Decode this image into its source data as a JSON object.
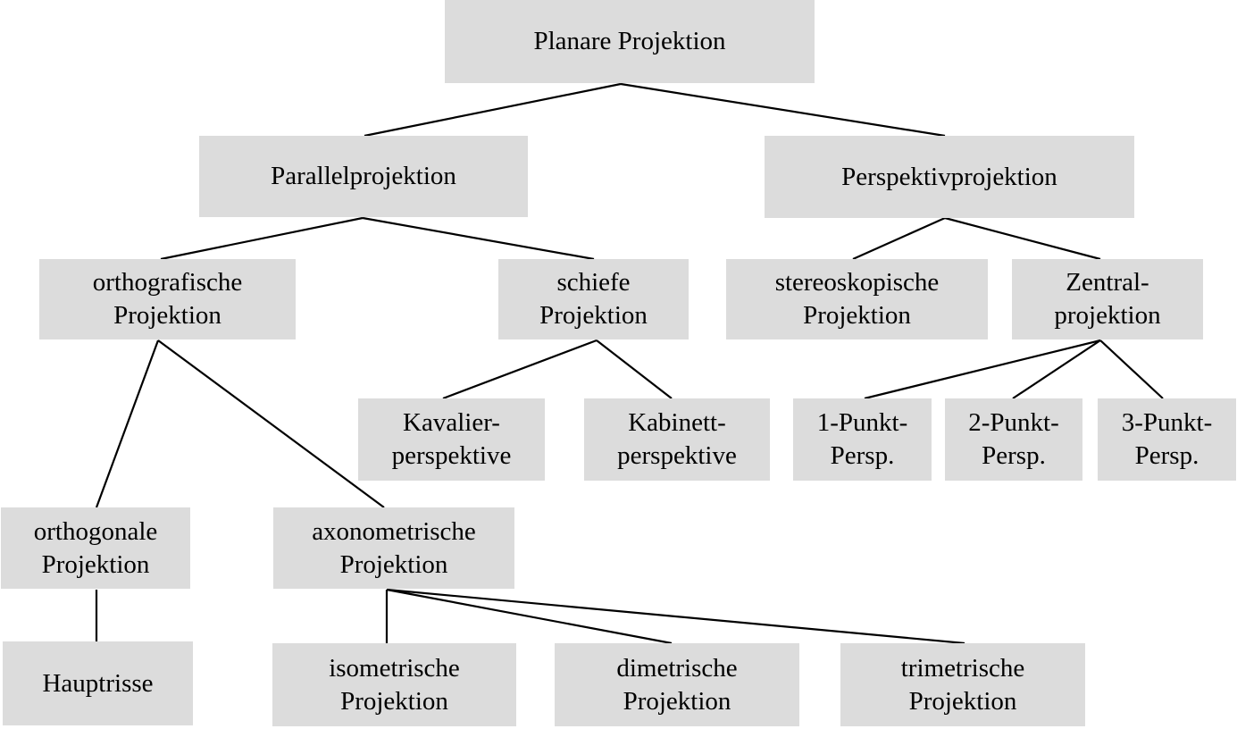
{
  "diagram": {
    "nodes": {
      "planar": {
        "lines": [
          "Planare Projektion"
        ]
      },
      "parallel": {
        "lines": [
          "Parallelprojektion"
        ]
      },
      "perspektiv": {
        "lines": [
          "Perspektivprojektion"
        ]
      },
      "orthografisch": {
        "lines": [
          "orthografische",
          "Projektion"
        ]
      },
      "schief": {
        "lines": [
          "schiefe",
          "Projektion"
        ]
      },
      "stereoskopisch": {
        "lines": [
          "stereoskopische",
          "Projektion"
        ]
      },
      "zentral": {
        "lines": [
          "Zentral-",
          "projektion"
        ]
      },
      "kavalier": {
        "lines": [
          "Kavalier-",
          "perspektive"
        ]
      },
      "kabinett": {
        "lines": [
          "Kabinett-",
          "perspektive"
        ]
      },
      "punkt1": {
        "lines": [
          "1-Punkt-",
          "Persp."
        ]
      },
      "punkt2": {
        "lines": [
          "2-Punkt-",
          "Persp."
        ]
      },
      "punkt3": {
        "lines": [
          "3-Punkt-",
          "Persp."
        ]
      },
      "orthogonal": {
        "lines": [
          "orthogonale",
          "Projektion"
        ]
      },
      "axonometrisch": {
        "lines": [
          "axonometrische",
          "Projektion"
        ]
      },
      "hauptrisse": {
        "lines": [
          "Hauptrisse"
        ]
      },
      "isometrisch": {
        "lines": [
          "isometrische",
          "Projektion"
        ]
      },
      "dimetrisch": {
        "lines": [
          "dimetrische",
          "Projektion"
        ]
      },
      "trimetrisch": {
        "lines": [
          "trimetrische",
          "Projektion"
        ]
      }
    },
    "edges": [
      [
        "planar",
        "parallel"
      ],
      [
        "planar",
        "perspektiv"
      ],
      [
        "parallel",
        "orthografisch"
      ],
      [
        "parallel",
        "schief"
      ],
      [
        "perspektiv",
        "stereoskopisch"
      ],
      [
        "perspektiv",
        "zentral"
      ],
      [
        "schief",
        "kavalier"
      ],
      [
        "schief",
        "kabinett"
      ],
      [
        "zentral",
        "punkt1"
      ],
      [
        "zentral",
        "punkt2"
      ],
      [
        "zentral",
        "punkt3"
      ],
      [
        "orthografisch",
        "orthogonal"
      ],
      [
        "orthografisch",
        "axonometrisch"
      ],
      [
        "orthogonal",
        "hauptrisse"
      ],
      [
        "axonometrisch",
        "isometrisch"
      ],
      [
        "axonometrisch",
        "dimetrisch"
      ],
      [
        "axonometrisch",
        "trimetrisch"
      ]
    ],
    "colors": {
      "box_fill": "#dcdcdc",
      "line": "#000000",
      "text": "#000000",
      "background": "#ffffff"
    }
  }
}
